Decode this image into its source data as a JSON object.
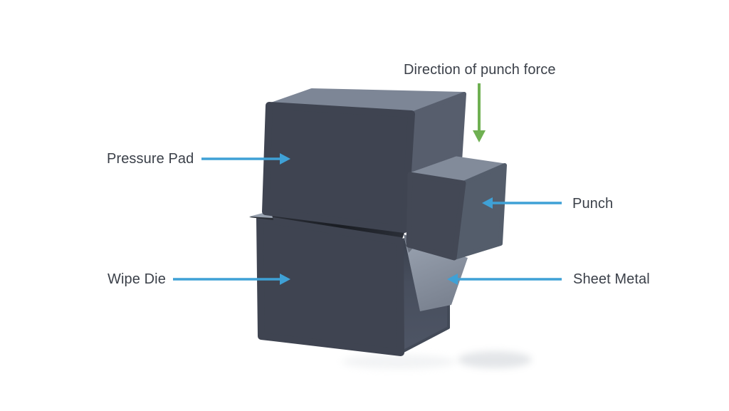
{
  "diagram": {
    "type": "wipe-bending-process",
    "labels": {
      "punch_force": "Direction of punch force",
      "pressure_pad": "Pressure Pad",
      "wipe_die": "Wipe Die",
      "punch": "Punch",
      "sheet_metal": "Sheet Metal"
    }
  },
  "colors": {
    "background": "#ffffff",
    "label_text": "#3b4049",
    "arrow_blue": "#3fa1d6",
    "arrow_green": "#6fb052",
    "box_front": "#3f4451",
    "punch_front": "#434855",
    "box_top": "#7d8696",
    "punch_top": "#828b9a",
    "box_side": "#575e6d",
    "punch_side": "#545d6b",
    "sheet_light": "#98a1af",
    "shadow_soft": "#c2c7ce"
  }
}
